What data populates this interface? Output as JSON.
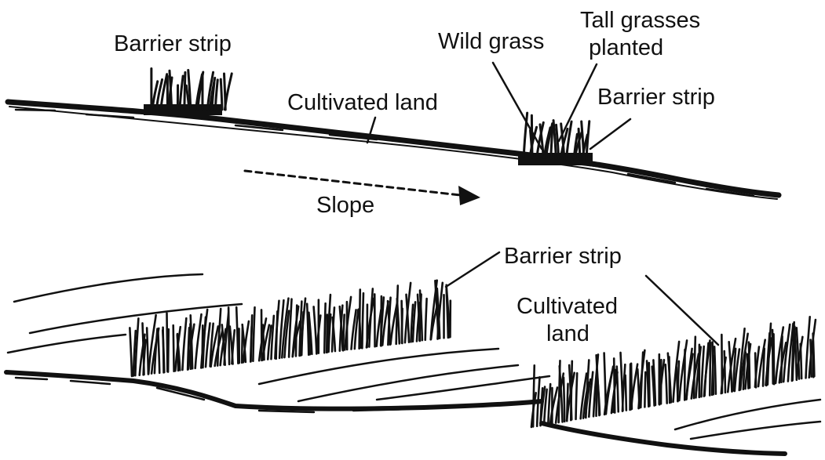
{
  "diagram": {
    "top_view": {
      "labels": {
        "barrier_strip_left": "Barrier strip",
        "wild_grass": "Wild grass",
        "tall_grasses_line1": "Tall grasses",
        "tall_grasses_line2": "planted",
        "barrier_strip_right": "Barrier strip",
        "cultivated_land": "Cultivated land",
        "slope": "Slope"
      }
    },
    "bottom_view": {
      "labels": {
        "barrier_strip": "Barrier strip",
        "cultivated_line1": "Cultivated",
        "cultivated_line2": "land"
      }
    }
  }
}
